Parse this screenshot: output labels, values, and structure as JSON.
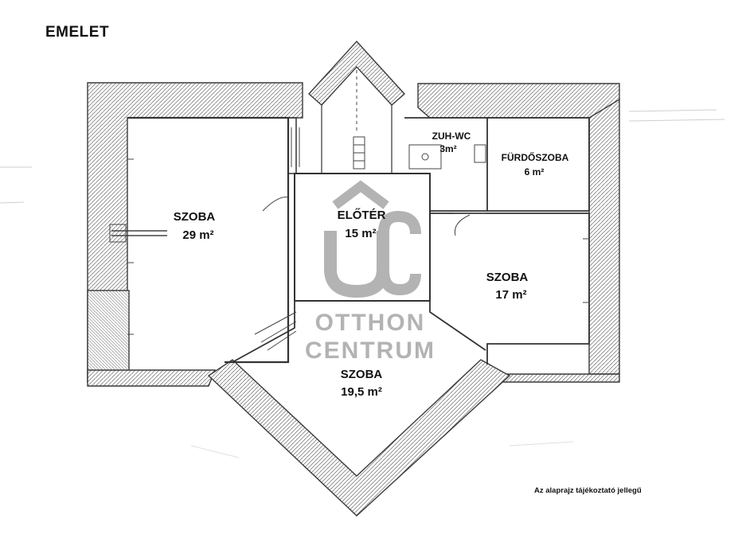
{
  "title": "EMELET",
  "rooms": [
    {
      "name": "SZOBA",
      "area": "29 m²"
    },
    {
      "name": "ELŐTÉR",
      "area": "15 m²"
    },
    {
      "name": "ZUH-WC",
      "area": "3m²"
    },
    {
      "name": "FÜRDŐSZOBA",
      "area": "6 m²"
    },
    {
      "name": "SZOBA",
      "area": "17 m²"
    },
    {
      "name": "SZOBA",
      "area": "19,5 m²"
    }
  ],
  "watermark": {
    "logo": "OC",
    "line1": "OTTHON",
    "line2": "CENTRUM",
    "color": "#b3b3b3"
  },
  "note": "Az alaprajz tájékoztató jellegű",
  "colors": {
    "wall": "#3a3a3a",
    "hatch": "#6a6a6a",
    "text": "#111111"
  }
}
